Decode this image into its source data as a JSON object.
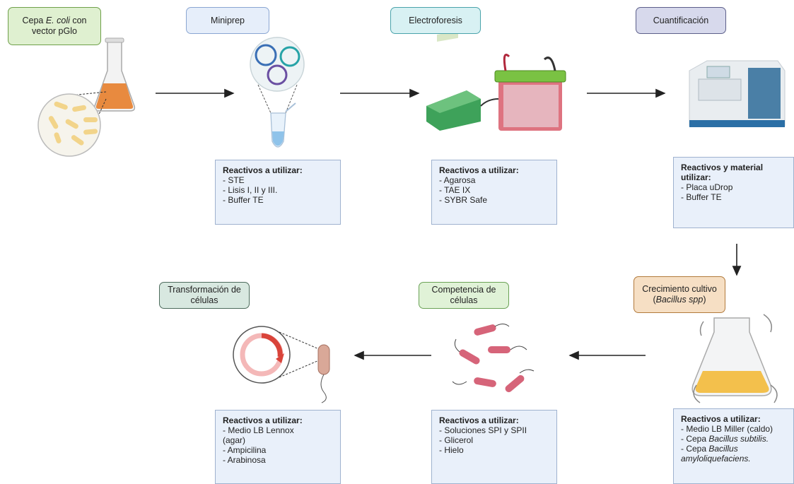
{
  "stages": {
    "cepa": {
      "pre": "Cepa ",
      "em": "E. coli",
      "post": " con",
      "line2": "vector pGlo"
    },
    "miniprep": "Miniprep",
    "electroforesis": "Electroforesis",
    "cuantificacion": "Cuantificación",
    "crecimiento": {
      "line1": "Crecimiento cultivo",
      "pre": "(",
      "em": "Bacillus spp",
      "post": ")"
    },
    "competencia": {
      "line1": "Competencia de",
      "line2": "células"
    },
    "transformacion": {
      "line1": "Transformación de",
      "line2": "células"
    }
  },
  "reagents": {
    "miniprep": {
      "header": "Reactivos a utilizar:",
      "items": [
        "- STE",
        "- Lisis I, II y III.",
        "- Buffer TE"
      ]
    },
    "electroforesis": {
      "header": "Reactivos a utilizar:",
      "items": [
        "- Agarosa",
        "- TAE IX",
        "- SYBR Safe"
      ]
    },
    "cuantificacion": {
      "header1": "Reactivos y material",
      "header2": "utilizar:",
      "items": [
        "- Placa uDrop",
        "- Buffer TE"
      ]
    },
    "crecimiento": {
      "header": "Reactivos a utilizar:",
      "item1": "- Medio LB Miller (caldo)",
      "item2_pre": "- Cepa ",
      "item2_em": "Bacillus subtilis.",
      "item3_pre": "- Cepa ",
      "item3_em1": "Bacillus",
      "item3_em2": "amyloliquefaciens."
    },
    "competencia": {
      "header": "Reactivos a utilizar:",
      "items": [
        "- Soluciones SPI y SPII",
        "- Glicerol",
        "- Hielo"
      ]
    },
    "transformacion": {
      "header": "Reactivos a utilizar:",
      "items": [
        "- Medio LB Lennox",
        "(agar)",
        "- Ampicilina",
        "- Arabinosa"
      ]
    }
  },
  "colors": {
    "cepa_fill": "#dff0d0",
    "cepa_border": "#6fa04a",
    "miniprep_fill": "#e6eefa",
    "miniprep_border": "#8aa6d2",
    "electro_fill": "#d8f1f3",
    "electro_border": "#4aa3ab",
    "cuant_fill": "#d7d9ec",
    "cuant_border": "#5c5f8a",
    "crec_fill": "#f6dfc4",
    "crec_border": "#b27a3c",
    "comp_fill": "#e0f2d7",
    "comp_border": "#6aa255",
    "trans_fill": "#d8e8e0",
    "trans_border": "#4d6b5c"
  }
}
